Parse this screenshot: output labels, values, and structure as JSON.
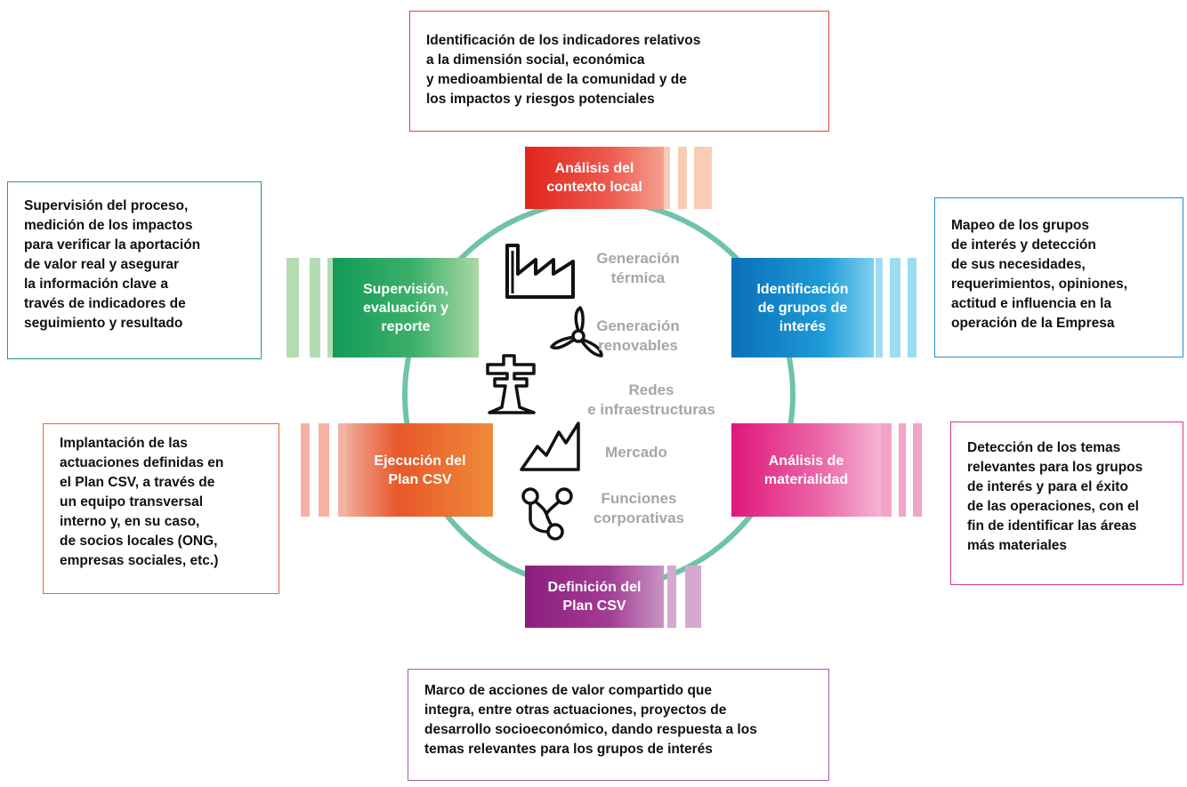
{
  "steps": {
    "analisis_contexto": "Análisis del\ncontexto local",
    "identificacion_grupos": "Identificación\nde grupos de\ninterés",
    "analisis_materialidad": "Análisis de\nmaterialidad",
    "definicion_plan": "Definición del\nPlan CSV",
    "ejecucion_plan": "Ejecución del\nPlan CSV",
    "supervision": "Supervisión,\nevaluación y\nreporte"
  },
  "descriptions": {
    "top": "Identificación de los indicadores relativos\na la dimensión social, económica\ny medioambiental de la comunidad y de\nlos impactos y riesgos potenciales",
    "right_top": "Mapeo de los grupos\nde interés y detección\nde sus necesidades,\nrequerimientos, opiniones,\nactitud e influencia en la\noperación de la Empresa",
    "right_bottom": "Detección de los temas\nrelevantes para los grupos\nde interés y para el éxito\nde las operaciones, con el\nfin de identificar las áreas\nmás materiales",
    "bottom": "Marco de acciones de valor compartido que\nintegra, entre otras actuaciones, proyectos de\ndesarrollo socioeconómico, dando respuesta a los\ntemas relevantes para los grupos de interés",
    "left_bottom": "Implantación de las\nactuaciones definidas en\nel Plan CSV, a través de\nun equipo transversal\ninterno y, en su caso,\nde socios locales (ONG,\nempresas sociales, etc.)",
    "left_top": "Supervisión del proceso,\nmedición de los impactos\npara verificar la aportación\nde valor real y asegurar\nla información clave a\ntravés de indicadores de\nseguimiento y resultado"
  },
  "activities": {
    "generacion_termica": "Generación\ntérmica",
    "generacion_renovables": "Generación\nrenovables",
    "redes": "Redes\ne infraestructuras",
    "mercado": "Mercado",
    "funciones": "Funciones\ncorporativas"
  },
  "icons": [
    "factory-icon",
    "wind-turbine-icon",
    "power-tower-icon",
    "market-chart-icon",
    "network-icon"
  ],
  "colors": {
    "ring": "#6fc3a9",
    "red": "#e2231a",
    "blue": "#0a6fb8",
    "magenta": "#e0177a",
    "purple": "#8b1e7d",
    "orange": "#e8572a",
    "green": "#129a58"
  }
}
